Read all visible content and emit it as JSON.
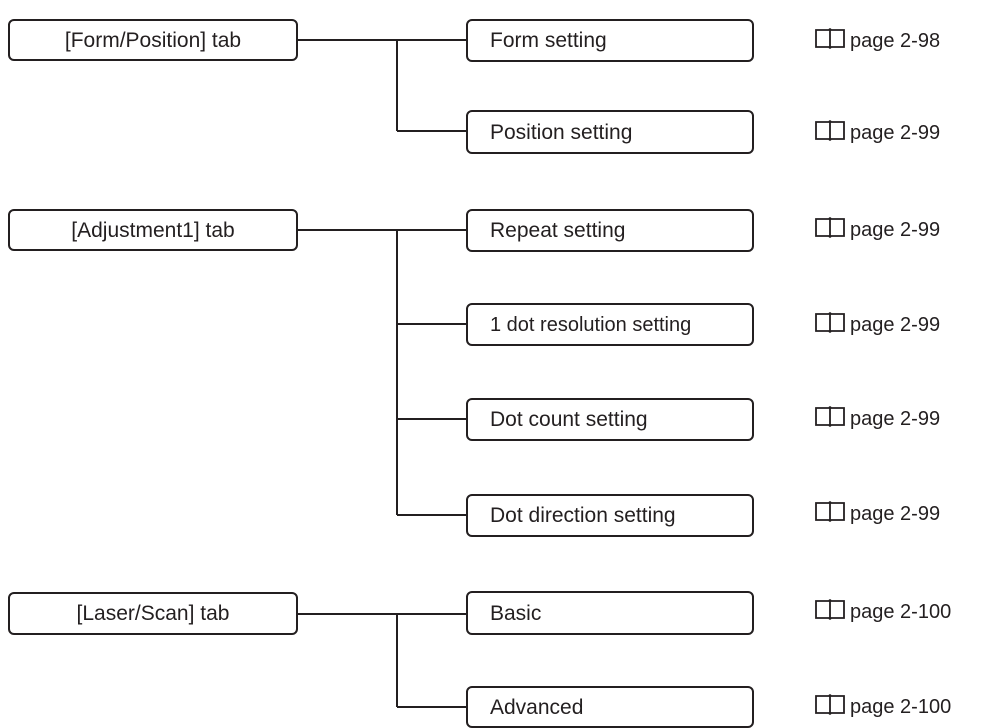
{
  "groups": [
    {
      "tab": "[Form/Position] tab",
      "items": [
        {
          "label": "Form setting",
          "page": "page 2-98"
        },
        {
          "label": "Position setting",
          "page": "page 2-99"
        }
      ]
    },
    {
      "tab": "[Adjustment1] tab",
      "items": [
        {
          "label": "Repeat setting",
          "page": "page 2-99"
        },
        {
          "label": "1 dot resolution setting",
          "page": "page 2-99"
        },
        {
          "label": "Dot count setting",
          "page": "page 2-99"
        },
        {
          "label": "Dot direction setting",
          "page": "page 2-99"
        }
      ]
    },
    {
      "tab": "[Laser/Scan] tab",
      "items": [
        {
          "label": "Basic",
          "page": "page 2-100"
        },
        {
          "label": "Advanced",
          "page": "page 2-100"
        }
      ]
    }
  ],
  "icons": {
    "reference": "book-icon"
  },
  "colors": {
    "line": "#231f20"
  }
}
